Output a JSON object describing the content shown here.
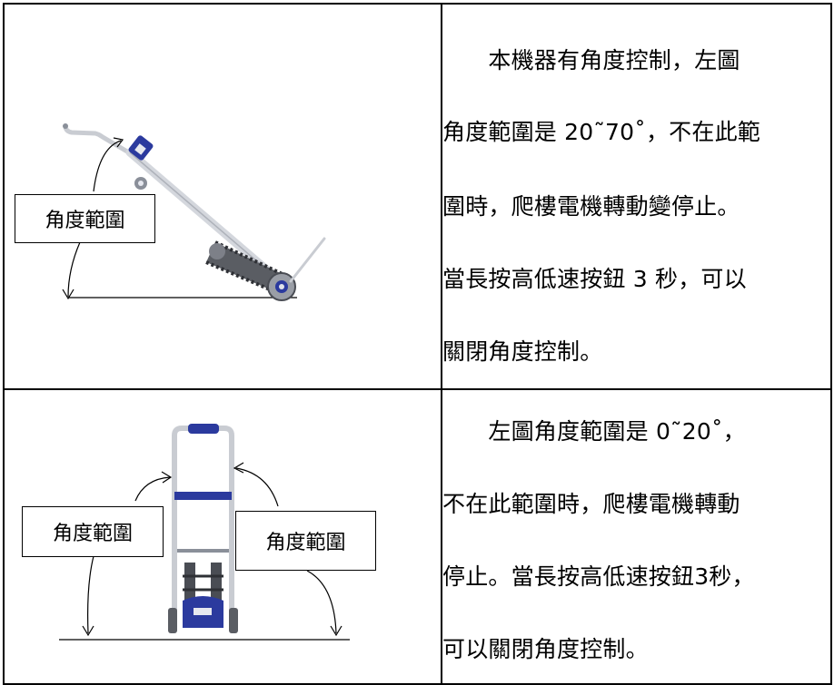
{
  "row1": {
    "label": "角度範圍",
    "lines": [
      "　　本機器有角度控制，左圖",
      "角度範圍是 20˜70˚，不在此範",
      "圍時，爬樓電機轉動變停止。",
      "當長按高低速按鈕 3 秒，可以",
      "關閉角度控制。"
    ]
  },
  "row2": {
    "label_left": "角度範圍",
    "label_right": "角度範圍",
    "lines": [
      "　　左圖角度範圍是  0˜20˚，",
      "不在此範圍時，爬樓電機轉動",
      "停止。當長按高低速按鈕3秒，",
      "可以關閉角度控制。"
    ]
  },
  "colors": {
    "border": "#000000",
    "frame_blue": "#2b3a9e",
    "metal": "#c9ccd2"
  }
}
